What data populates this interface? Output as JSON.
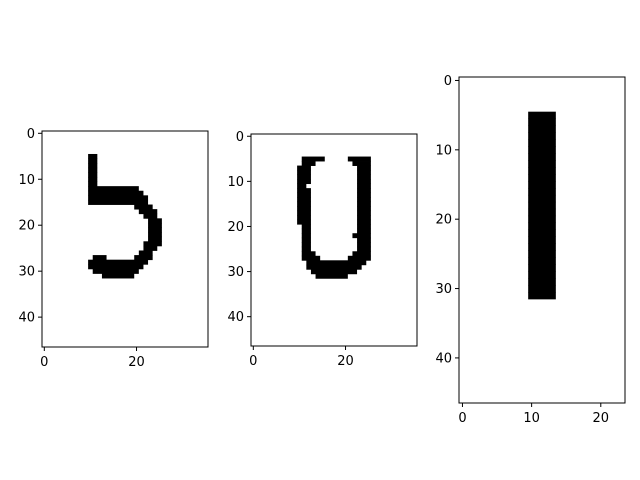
{
  "chart_data": [
    {
      "type": "heatmap",
      "title": "",
      "xlabel": "",
      "ylabel": "",
      "colormap": "binary",
      "xlim": [
        -0.5,
        35.5
      ],
      "ylim": [
        46.5,
        -0.5
      ],
      "xticks": [
        0,
        20
      ],
      "yticks": [
        0,
        10,
        20,
        30,
        40
      ],
      "ink_rows": [
        {
          "row": 5,
          "ranges": [
            [
              10,
              11
            ]
          ]
        },
        {
          "row": 6,
          "ranges": [
            [
              10,
              11
            ]
          ]
        },
        {
          "row": 7,
          "ranges": [
            [
              10,
              11
            ]
          ]
        },
        {
          "row": 8,
          "ranges": [
            [
              10,
              11
            ]
          ]
        },
        {
          "row": 9,
          "ranges": [
            [
              10,
              11
            ]
          ]
        },
        {
          "row": 10,
          "ranges": [
            [
              10,
              11
            ]
          ]
        },
        {
          "row": 11,
          "ranges": [
            [
              10,
              11
            ]
          ]
        },
        {
          "row": 12,
          "ranges": [
            [
              10,
              20
            ]
          ]
        },
        {
          "row": 13,
          "ranges": [
            [
              10,
              21
            ]
          ]
        },
        {
          "row": 14,
          "ranges": [
            [
              10,
              22
            ]
          ]
        },
        {
          "row": 15,
          "ranges": [
            [
              10,
              22
            ]
          ]
        },
        {
          "row": 16,
          "ranges": [
            [
              20,
              23
            ]
          ]
        },
        {
          "row": 17,
          "ranges": [
            [
              21,
              24
            ]
          ]
        },
        {
          "row": 18,
          "ranges": [
            [
              22,
              24
            ]
          ]
        },
        {
          "row": 19,
          "ranges": [
            [
              23,
              25
            ]
          ]
        },
        {
          "row": 20,
          "ranges": [
            [
              23,
              25
            ]
          ]
        },
        {
          "row": 21,
          "ranges": [
            [
              23,
              25
            ]
          ]
        },
        {
          "row": 22,
          "ranges": [
            [
              23,
              25
            ]
          ]
        },
        {
          "row": 23,
          "ranges": [
            [
              23,
              25
            ]
          ]
        },
        {
          "row": 24,
          "ranges": [
            [
              22,
              25
            ]
          ]
        },
        {
          "row": 25,
          "ranges": [
            [
              22,
              24
            ]
          ]
        },
        {
          "row": 26,
          "ranges": [
            [
              21,
              23
            ]
          ]
        },
        {
          "row": 27,
          "ranges": [
            [
              11,
              13
            ],
            [
              20,
              23
            ]
          ]
        },
        {
          "row": 28,
          "ranges": [
            [
              10,
              22
            ]
          ]
        },
        {
          "row": 29,
          "ranges": [
            [
              10,
              21
            ]
          ]
        },
        {
          "row": 30,
          "ranges": [
            [
              11,
              20
            ]
          ]
        },
        {
          "row": 31,
          "ranges": [
            [
              13,
              19
            ]
          ]
        }
      ]
    },
    {
      "type": "heatmap",
      "title": "",
      "xlabel": "",
      "ylabel": "",
      "colormap": "binary",
      "xlim": [
        -0.5,
        35.5
      ],
      "ylim": [
        46.5,
        -0.5
      ],
      "xticks": [
        0,
        20
      ],
      "yticks": [
        0,
        10,
        20,
        30,
        40
      ],
      "ink_rows": [
        {
          "row": 5,
          "ranges": [
            [
              11,
              15
            ],
            [
              21,
              25
            ]
          ]
        },
        {
          "row": 6,
          "ranges": [
            [
              11,
              13
            ],
            [
              22,
              25
            ]
          ]
        },
        {
          "row": 7,
          "ranges": [
            [
              10,
              12
            ],
            [
              23,
              25
            ]
          ]
        },
        {
          "row": 8,
          "ranges": [
            [
              10,
              12
            ],
            [
              23,
              25
            ]
          ]
        },
        {
          "row": 9,
          "ranges": [
            [
              10,
              12
            ],
            [
              23,
              25
            ]
          ]
        },
        {
          "row": 10,
          "ranges": [
            [
              10,
              12
            ],
            [
              23,
              25
            ]
          ]
        },
        {
          "row": 11,
          "ranges": [
            [
              10,
              11
            ],
            [
              23,
              25
            ]
          ]
        },
        {
          "row": 12,
          "ranges": [
            [
              10,
              12
            ],
            [
              23,
              25
            ]
          ]
        },
        {
          "row": 13,
          "ranges": [
            [
              10,
              12
            ],
            [
              23,
              25
            ]
          ]
        },
        {
          "row": 14,
          "ranges": [
            [
              10,
              12
            ],
            [
              23,
              25
            ]
          ]
        },
        {
          "row": 15,
          "ranges": [
            [
              10,
              12
            ],
            [
              23,
              25
            ]
          ]
        },
        {
          "row": 16,
          "ranges": [
            [
              10,
              12
            ],
            [
              23,
              25
            ]
          ]
        },
        {
          "row": 17,
          "ranges": [
            [
              10,
              12
            ],
            [
              23,
              25
            ]
          ]
        },
        {
          "row": 18,
          "ranges": [
            [
              10,
              12
            ],
            [
              23,
              25
            ]
          ]
        },
        {
          "row": 19,
          "ranges": [
            [
              10,
              12
            ],
            [
              23,
              25
            ]
          ]
        },
        {
          "row": 20,
          "ranges": [
            [
              11,
              12
            ],
            [
              23,
              25
            ]
          ]
        },
        {
          "row": 21,
          "ranges": [
            [
              11,
              12
            ],
            [
              23,
              25
            ]
          ]
        },
        {
          "row": 22,
          "ranges": [
            [
              11,
              12
            ],
            [
              22,
              25
            ]
          ]
        },
        {
          "row": 23,
          "ranges": [
            [
              11,
              12
            ],
            [
              23,
              25
            ]
          ]
        },
        {
          "row": 24,
          "ranges": [
            [
              11,
              12
            ],
            [
              23,
              25
            ]
          ]
        },
        {
          "row": 25,
          "ranges": [
            [
              11,
              12
            ],
            [
              23,
              25
            ]
          ]
        },
        {
          "row": 26,
          "ranges": [
            [
              11,
              13
            ],
            [
              22,
              25
            ]
          ]
        },
        {
          "row": 27,
          "ranges": [
            [
              11,
              14
            ],
            [
              21,
              25
            ]
          ]
        },
        {
          "row": 28,
          "ranges": [
            [
              12,
              24
            ]
          ]
        },
        {
          "row": 29,
          "ranges": [
            [
              12,
              23
            ]
          ]
        },
        {
          "row": 30,
          "ranges": [
            [
              13,
              22
            ]
          ]
        },
        {
          "row": 31,
          "ranges": [
            [
              14,
              20
            ]
          ]
        }
      ]
    },
    {
      "type": "heatmap",
      "title": "",
      "xlabel": "",
      "ylabel": "",
      "colormap": "binary",
      "xlim": [
        -0.5,
        23.5
      ],
      "ylim": [
        46.5,
        -0.5
      ],
      "xticks": [
        0,
        10,
        20
      ],
      "yticks": [
        0,
        10,
        20,
        30,
        40
      ],
      "ink_rows": [
        {
          "row": 5,
          "ranges": [
            [
              10,
              13
            ]
          ]
        },
        {
          "row": 6,
          "ranges": [
            [
              10,
              13
            ]
          ]
        },
        {
          "row": 7,
          "ranges": [
            [
              10,
              13
            ]
          ]
        },
        {
          "row": 8,
          "ranges": [
            [
              10,
              13
            ]
          ]
        },
        {
          "row": 9,
          "ranges": [
            [
              10,
              13
            ]
          ]
        },
        {
          "row": 10,
          "ranges": [
            [
              10,
              13
            ]
          ]
        },
        {
          "row": 11,
          "ranges": [
            [
              10,
              13
            ]
          ]
        },
        {
          "row": 12,
          "ranges": [
            [
              10,
              13
            ]
          ]
        },
        {
          "row": 13,
          "ranges": [
            [
              10,
              13
            ]
          ]
        },
        {
          "row": 14,
          "ranges": [
            [
              10,
              13
            ]
          ]
        },
        {
          "row": 15,
          "ranges": [
            [
              10,
              13
            ]
          ]
        },
        {
          "row": 16,
          "ranges": [
            [
              10,
              13
            ]
          ]
        },
        {
          "row": 17,
          "ranges": [
            [
              10,
              13
            ]
          ]
        },
        {
          "row": 18,
          "ranges": [
            [
              10,
              13
            ]
          ]
        },
        {
          "row": 19,
          "ranges": [
            [
              10,
              13
            ]
          ]
        },
        {
          "row": 20,
          "ranges": [
            [
              10,
              13
            ]
          ]
        },
        {
          "row": 21,
          "ranges": [
            [
              10,
              13
            ]
          ]
        },
        {
          "row": 22,
          "ranges": [
            [
              10,
              13
            ]
          ]
        },
        {
          "row": 23,
          "ranges": [
            [
              10,
              13
            ]
          ]
        },
        {
          "row": 24,
          "ranges": [
            [
              10,
              13
            ]
          ]
        },
        {
          "row": 25,
          "ranges": [
            [
              10,
              13
            ]
          ]
        },
        {
          "row": 26,
          "ranges": [
            [
              10,
              13
            ]
          ]
        },
        {
          "row": 27,
          "ranges": [
            [
              10,
              13
            ]
          ]
        },
        {
          "row": 28,
          "ranges": [
            [
              10,
              13
            ]
          ]
        },
        {
          "row": 29,
          "ranges": [
            [
              10,
              13
            ]
          ]
        },
        {
          "row": 30,
          "ranges": [
            [
              10,
              13
            ]
          ]
        },
        {
          "row": 31,
          "ranges": [
            [
              10,
              13
            ]
          ]
        }
      ]
    }
  ],
  "colors": {
    "ink": "#000000",
    "background": "#ffffff",
    "axis": "#000000"
  }
}
